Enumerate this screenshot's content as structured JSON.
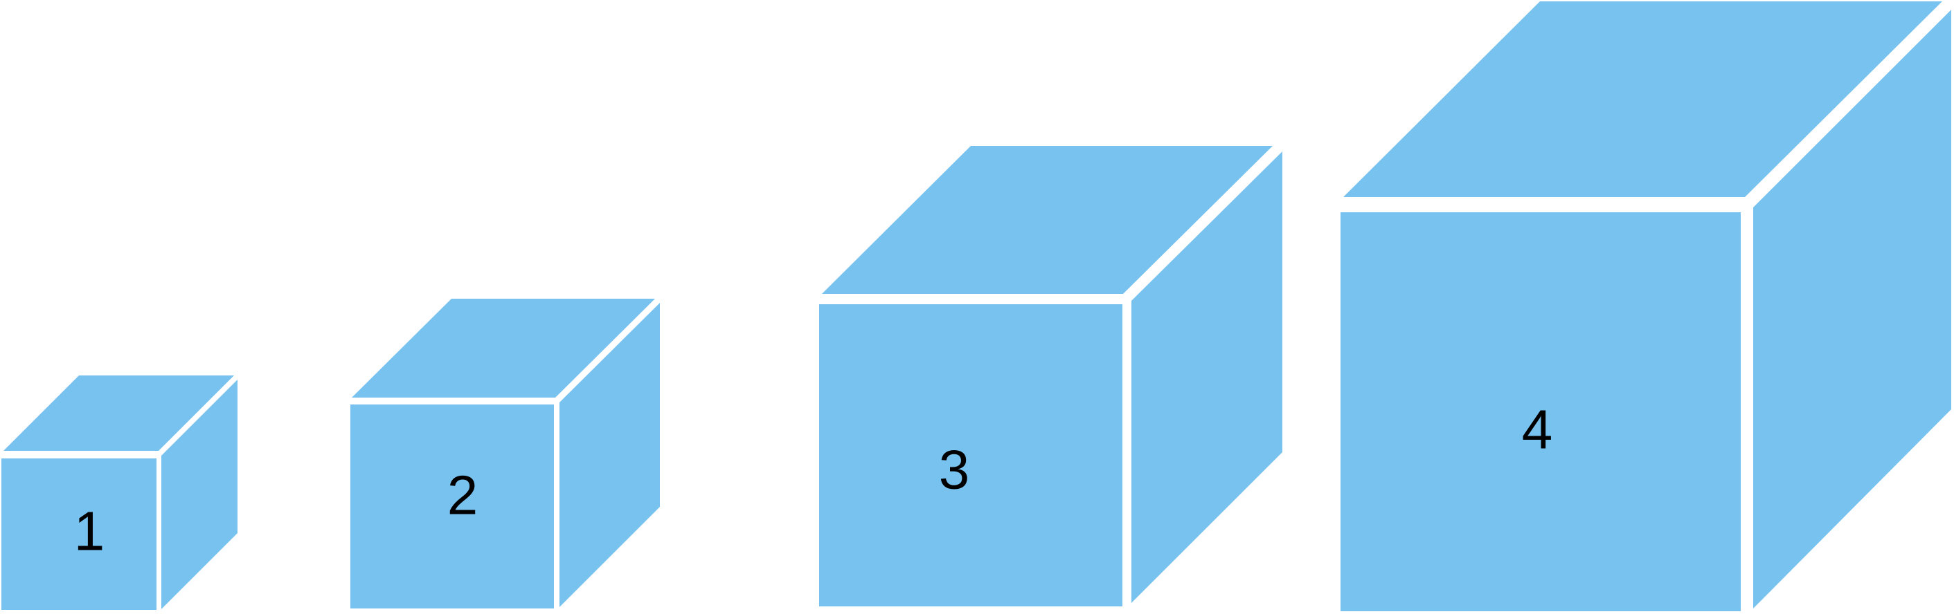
{
  "colors": {
    "face": "#78C2F0",
    "background": "#FFFFFF",
    "label": "#000000"
  },
  "cubes": [
    {
      "label": "1"
    },
    {
      "label": "2"
    },
    {
      "label": "3"
    },
    {
      "label": "4"
    }
  ]
}
